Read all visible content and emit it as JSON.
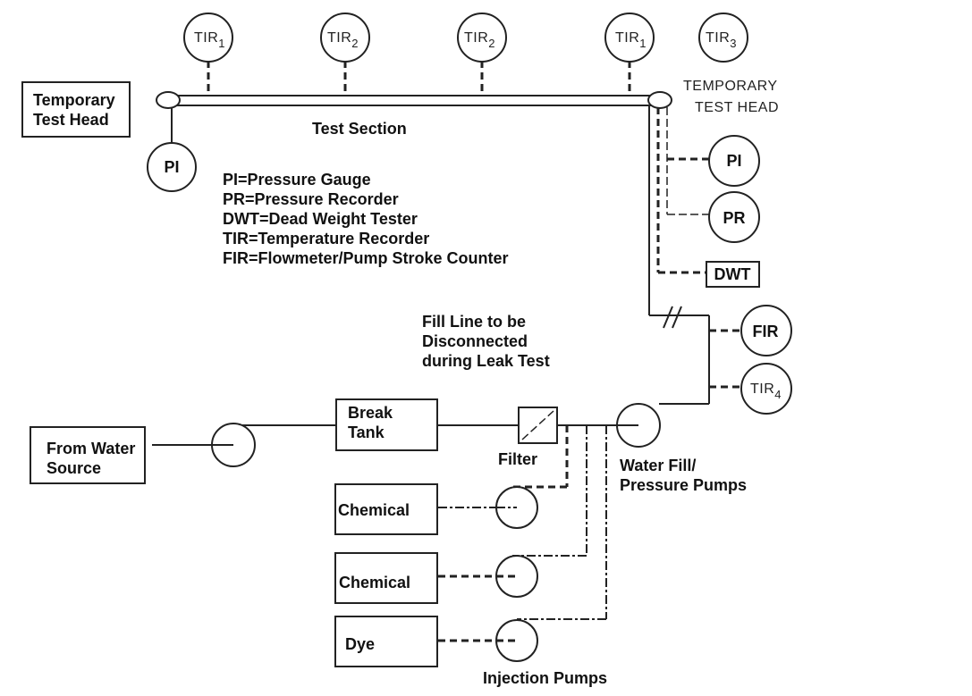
{
  "labels": {
    "temporary_test_head_left_1": "Temporary",
    "temporary_test_head_left_2": "Test Head",
    "temporary_test_head_right_1": "TEMPORARY",
    "temporary_test_head_right_2": "TEST HEAD",
    "test_section": "Test Section",
    "from_water_source_1": "From Water",
    "from_water_source_2": "Source",
    "break_tank_1": "Break",
    "break_tank_2": "Tank",
    "filter": "Filter",
    "water_fill_1": "Water Fill/",
    "water_fill_2": "Pressure Pumps",
    "injection_pumps": "Injection Pumps",
    "fill_line_1": "Fill Line to be",
    "fill_line_2": "Disconnected",
    "fill_line_3": "during Leak Test"
  },
  "legend": [
    "PI=Pressure Gauge",
    "PR=Pressure Recorder",
    "DWT=Dead Weight Tester",
    "TIR=Temperature Recorder",
    "FIR=Flowmeter/Pump Stroke Counter"
  ],
  "instruments": {
    "tir1_left": {
      "main": "TIR",
      "sub": "1"
    },
    "tir2_a": {
      "main": "TIR",
      "sub": "2"
    },
    "tir2_b": {
      "main": "TIR",
      "sub": "2"
    },
    "tir1_right": {
      "main": "TIR",
      "sub": "1"
    },
    "tir3": {
      "main": "TIR",
      "sub": "3"
    },
    "tir4": {
      "main": "TIR",
      "sub": "4"
    },
    "pi_left": "PI",
    "pi_right": "PI",
    "pr": "PR",
    "dwt": "DWT",
    "fir": "FIR"
  },
  "tanks": {
    "chemical_1": "Chemical",
    "chemical_2": "Chemical",
    "dye": "Dye"
  }
}
